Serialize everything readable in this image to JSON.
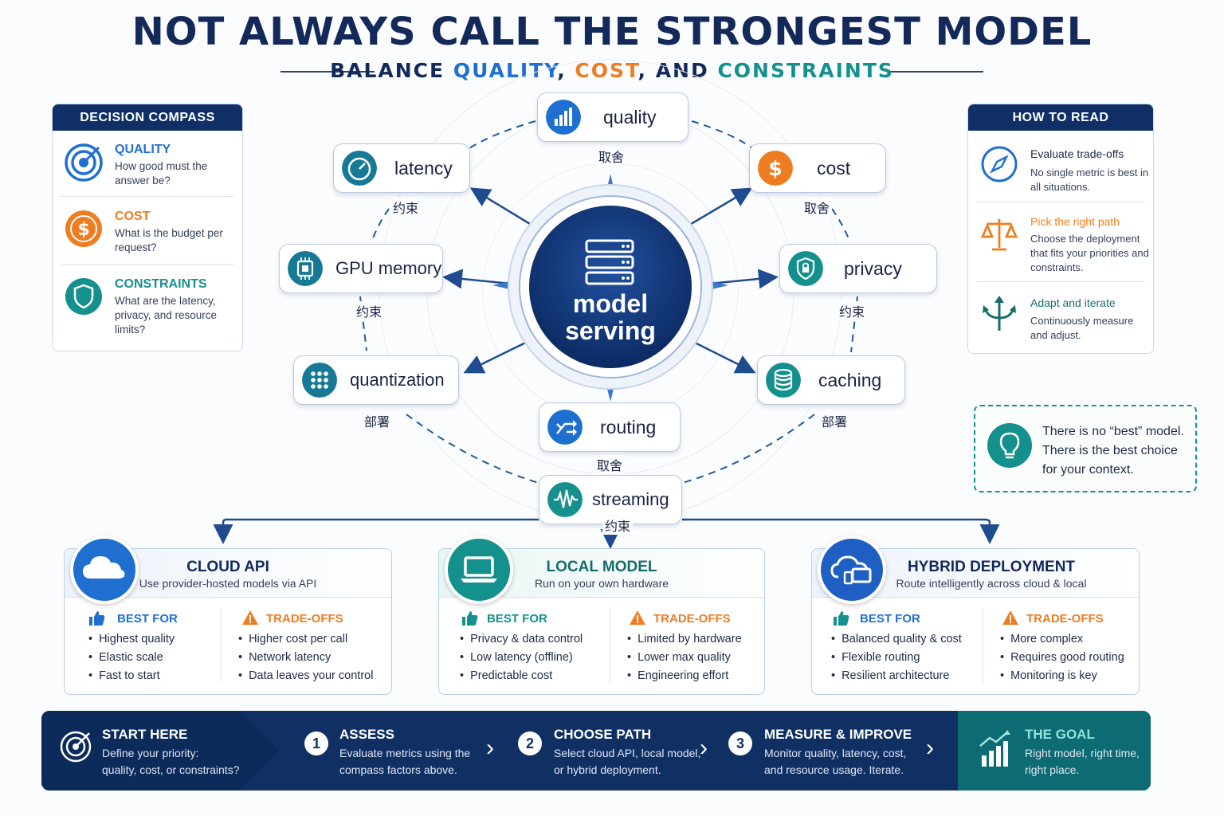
{
  "header": {
    "title": "NOT ALWAYS CALL THE STRONGEST MODEL",
    "subtitle_parts": [
      {
        "text": "BALANCE ",
        "color": "#12295a"
      },
      {
        "text": "QUALITY",
        "color": "#1f6fd1"
      },
      {
        "text": ", ",
        "color": "#12295a"
      },
      {
        "text": "COST",
        "color": "#ee7d22"
      },
      {
        "text": ", AND ",
        "color": "#12295a"
      },
      {
        "text": "CONSTRAINTS",
        "color": "#14908d"
      }
    ]
  },
  "compass_panel": {
    "title": "DECISION COMPASS",
    "items": [
      {
        "title": "QUALITY",
        "text": "How good must the answer be?",
        "color": "#1f6fd1",
        "icon": "target-icon"
      },
      {
        "title": "COST",
        "text": "What is the budget per request?",
        "color": "#ee7d22",
        "icon": "dollar-icon"
      },
      {
        "title": "CONSTRAINTS",
        "text": "What are the latency, privacy, and resource limits?",
        "color": "#14908d",
        "icon": "shield-icon"
      }
    ]
  },
  "how_to_read": {
    "title": "HOW TO READ",
    "items": [
      {
        "title": "Evaluate trade-offs",
        "text": "No single metric is best in all situations.",
        "color": "#1e2a44",
        "icon": "compass-icon"
      },
      {
        "title": "Pick the right path",
        "text": "Choose the deployment that fits your priorities and constraints.",
        "color": "#ee7d22",
        "icon": "scale-icon"
      },
      {
        "title": "Adapt and iterate",
        "text": "Continuously measure and adjust.",
        "color": "#156d6a",
        "icon": "branch-arrows-icon"
      }
    ]
  },
  "callout": {
    "text": "There is no “best” model. There is the best choice for your context."
  },
  "center": {
    "line1": "model",
    "line2": "serving"
  },
  "nodes": {
    "quality": "quality",
    "latency": "latency",
    "cost": "cost",
    "gpu_memory": "GPU memory",
    "privacy": "privacy",
    "quantization": "quantization",
    "caching": "caching",
    "routing": "routing",
    "streaming": "streaming"
  },
  "connector_labels": {
    "quality_below": "取舍",
    "latency_below": "约束",
    "cost_below": "取舍",
    "gpu_below": "约束",
    "privacy_below": "约束",
    "quant_below": "部署",
    "caching_below": "部署",
    "routing_below": "取舍",
    "streaming_below": "约束"
  },
  "deployments": [
    {
      "title": "CLOUD API",
      "subtitle": "Use provider-hosted models via API",
      "best_label": "BEST FOR",
      "best": [
        "Highest quality",
        "Elastic scale",
        "Fast to start"
      ],
      "trade_label": "TRADE-OFFS",
      "trade": [
        "Higher cost per call",
        "Network latency",
        "Data leaves your control"
      ],
      "icon": "cloud-icon"
    },
    {
      "title": "LOCAL MODEL",
      "subtitle": "Run on your own hardware",
      "best_label": "BEST FOR",
      "best": [
        "Privacy & data control",
        "Low latency (offline)",
        "Predictable cost"
      ],
      "trade_label": "TRADE-OFFS",
      "trade": [
        "Limited by hardware",
        "Lower max quality",
        "Engineering effort"
      ],
      "icon": "laptop-icon"
    },
    {
      "title": "HYBRID DEPLOYMENT",
      "subtitle": "Route intelligently across cloud & local",
      "best_label": "BEST FOR",
      "best": [
        "Balanced quality & cost",
        "Flexible routing",
        "Resilient architecture"
      ],
      "trade_label": "TRADE-OFFS",
      "trade": [
        "More complex",
        "Requires good routing",
        "Monitoring is key"
      ],
      "icon": "cloud-devices-icon"
    }
  ],
  "banner": {
    "start": {
      "title": "START HERE",
      "line1": "Define your priority:",
      "line2": "quality, cost, or constraints?"
    },
    "steps": [
      {
        "num": "1",
        "title": "ASSESS",
        "line1": "Evaluate metrics using the",
        "line2": "compass factors above."
      },
      {
        "num": "2",
        "title": "CHOOSE PATH",
        "line1": "Select cloud API, local model,",
        "line2": "or hybrid deployment."
      },
      {
        "num": "3",
        "title": "MEASURE & IMPROVE",
        "line1": "Monitor quality, latency, cost,",
        "line2": "and resource usage. Iterate."
      }
    ],
    "goal": {
      "title": "THE GOAL",
      "line1": "Right model, right time,",
      "line2": "right place."
    }
  },
  "colors": {
    "navy": "#0f2f66",
    "blue": "#1f6fd1",
    "orange": "#ee7d22",
    "teal": "#14908d"
  }
}
